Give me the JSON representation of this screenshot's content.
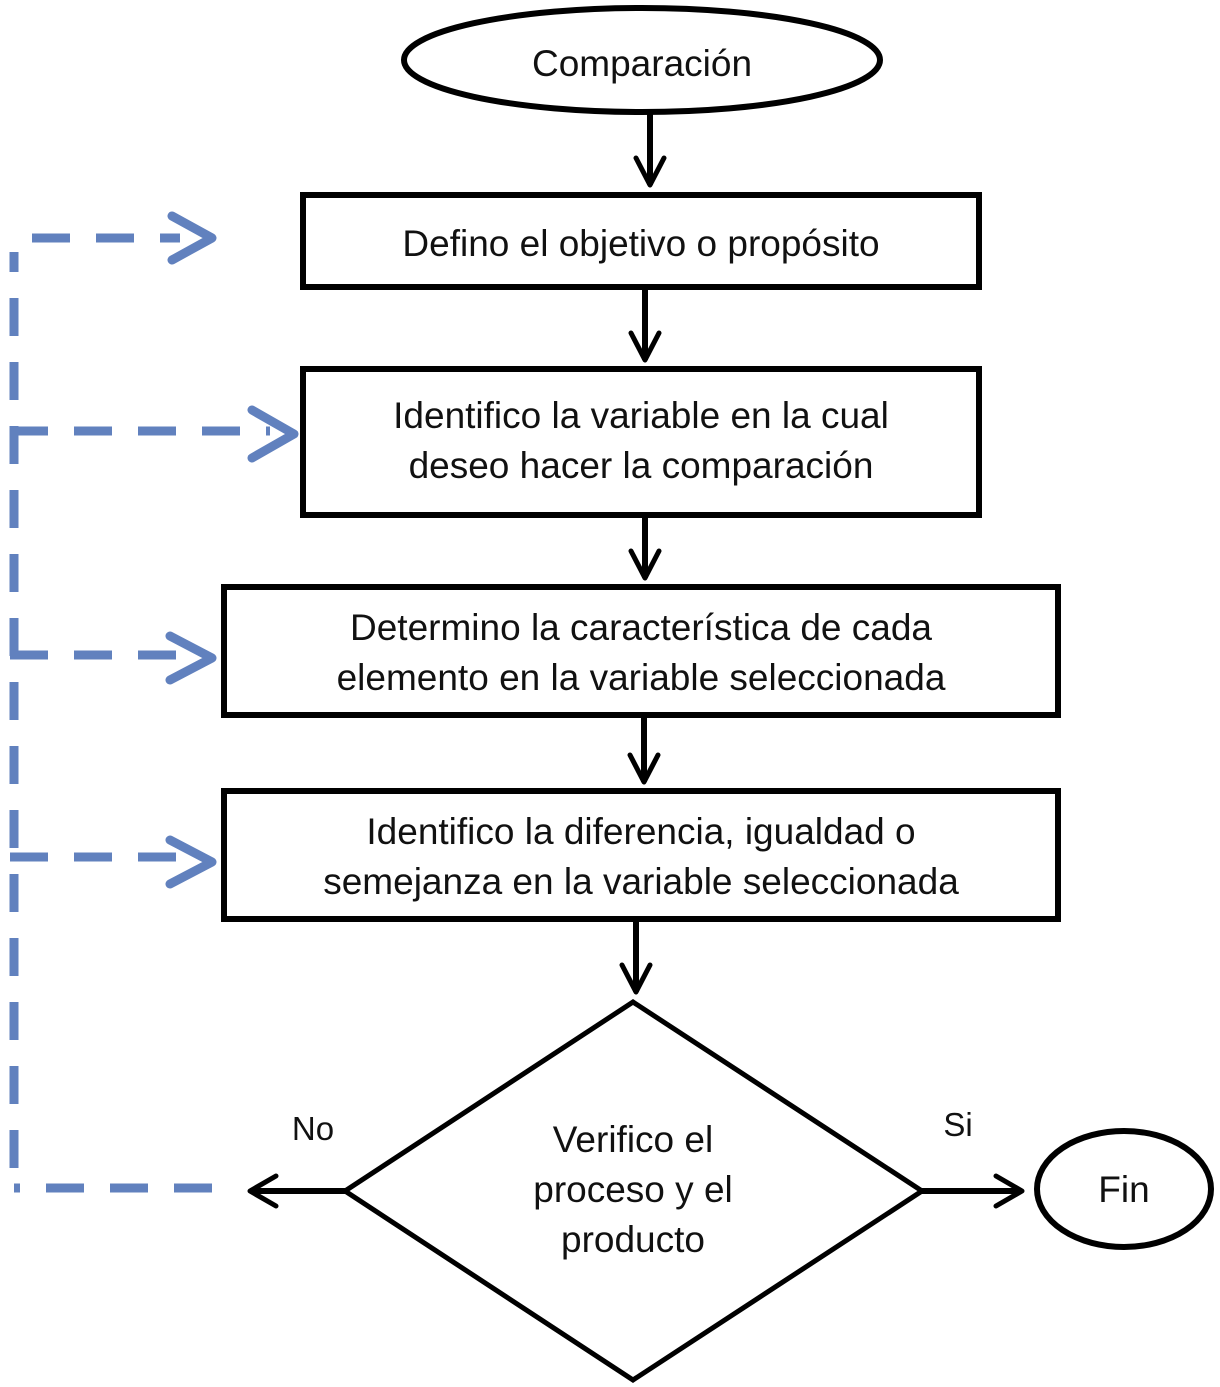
{
  "diagram": {
    "type": "flowchart",
    "colors": {
      "main_stroke": "#000000",
      "feedback_stroke": "#6181be",
      "background": "#ffffff"
    },
    "start": {
      "shape": "ellipse",
      "label": "Comparación"
    },
    "steps": [
      {
        "shape": "rectangle",
        "lines": [
          "Defino el objetivo o propósito"
        ]
      },
      {
        "shape": "rectangle",
        "lines": [
          "Identifico la variable en la cual",
          "deseo hacer la comparación"
        ]
      },
      {
        "shape": "rectangle",
        "lines": [
          "Determino la característica de cada",
          "elemento en la variable seleccionada"
        ]
      },
      {
        "shape": "rectangle",
        "lines": [
          "Identifico la diferencia, igualdad o",
          "semejanza en la variable seleccionada"
        ]
      }
    ],
    "decision": {
      "shape": "diamond",
      "lines": [
        "Verifico el",
        "proceso y el",
        "producto"
      ],
      "no_label": "No",
      "yes_label": "Si"
    },
    "end": {
      "shape": "ellipse",
      "label": "Fin"
    },
    "feedback": {
      "style": "dashed",
      "from": "decision-no",
      "to": [
        "step-1",
        "step-2",
        "step-3",
        "step-4"
      ]
    }
  }
}
